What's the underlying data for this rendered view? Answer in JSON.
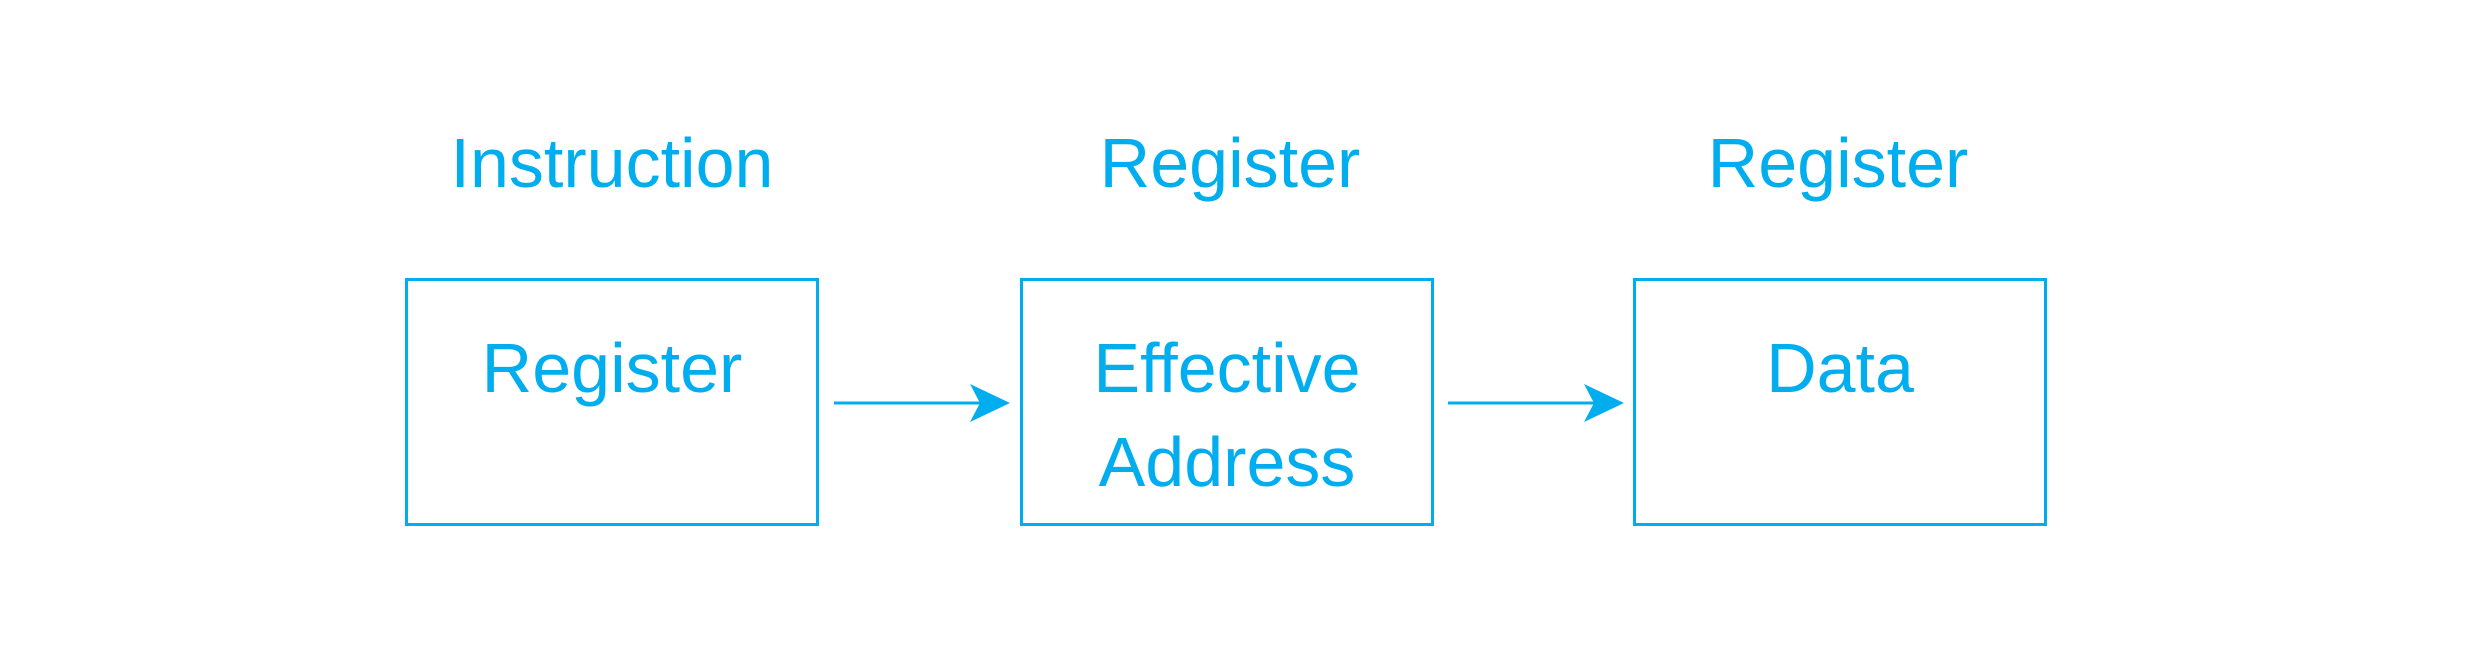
{
  "diagram": {
    "accent_color": "#00aeef",
    "columns": [
      {
        "heading": "Instruction",
        "box_lines": [
          "Register"
        ]
      },
      {
        "heading": "Register",
        "box_lines": [
          "Effective",
          "Address"
        ]
      },
      {
        "heading": "Register",
        "box_lines": [
          "Data"
        ]
      }
    ],
    "arrows": [
      {
        "from": "Register",
        "to": "Effective Address"
      },
      {
        "from": "Effective Address",
        "to": "Data"
      }
    ]
  }
}
